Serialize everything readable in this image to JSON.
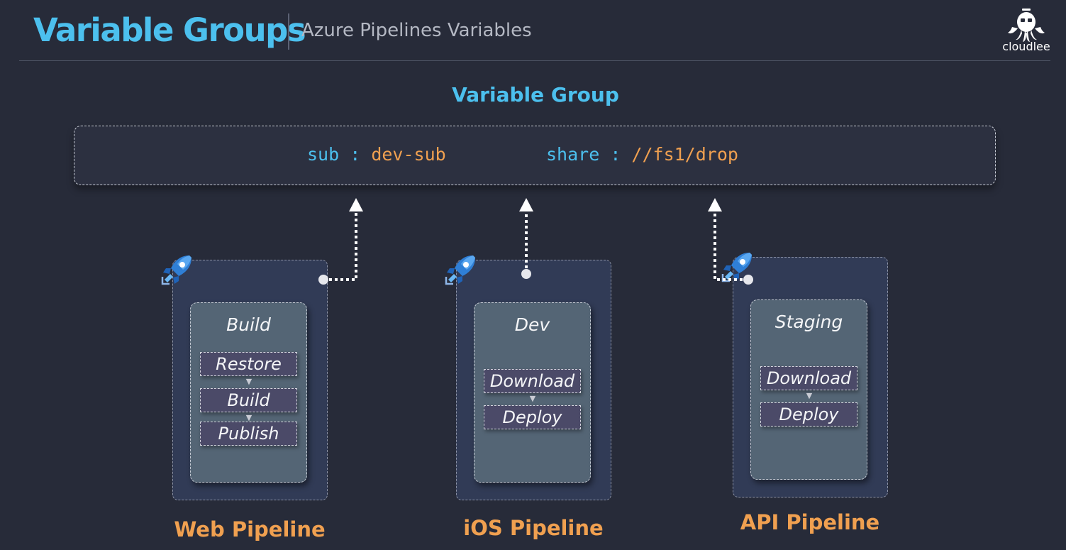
{
  "header": {
    "title": "Variable Groups",
    "subtitle": "Azure Pipelines Variables",
    "logo_text": "cloudlee"
  },
  "variable_group": {
    "title": "Variable Group",
    "variables": [
      {
        "key": "sub",
        "sep": " : ",
        "value": "dev-sub"
      },
      {
        "key": "share",
        "sep": " : ",
        "value": "//fs1/drop"
      }
    ]
  },
  "pipelines": [
    {
      "name": "Web Pipeline",
      "stage": "Build",
      "tasks": [
        "Restore",
        "Build",
        "Publish"
      ],
      "icon": "azure-pipelines-rocket-icon"
    },
    {
      "name": "iOS Pipeline",
      "stage": "Dev",
      "tasks": [
        "Download",
        "Deploy"
      ],
      "icon": "azure-pipelines-rocket-icon"
    },
    {
      "name": "API Pipeline",
      "stage": "Staging",
      "tasks": [
        "Download",
        "Deploy"
      ],
      "icon": "azure-pipelines-rocket-icon"
    }
  ],
  "colors": {
    "background": "#272b39",
    "accent_blue": "#4cc0ee",
    "accent_orange": "#f0a050",
    "pipeline_box": "#313b56",
    "stage_box": "#546575",
    "task_box": "#4b4a68"
  }
}
